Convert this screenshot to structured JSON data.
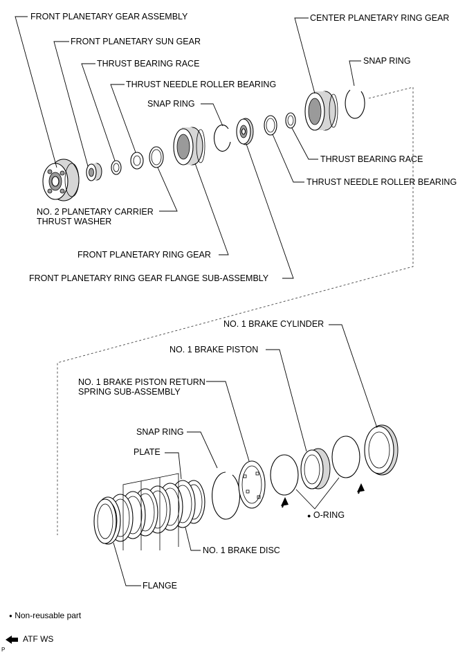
{
  "labels": {
    "front_planetary_gear_assembly": "FRONT PLANETARY GEAR ASSEMBLY",
    "front_planetary_sun_gear": "FRONT PLANETARY SUN GEAR",
    "thrust_bearing_race_1": "THRUST BEARING RACE",
    "thrust_needle_roller_bearing_1": "THRUST NEEDLE ROLLER BEARING",
    "snap_ring_1": "SNAP RING",
    "center_planetary_ring_gear": "CENTER PLANETARY RING GEAR",
    "snap_ring_2": "SNAP RING",
    "thrust_bearing_race_2": "THRUST BEARING RACE",
    "thrust_needle_roller_bearing_2": "THRUST NEEDLE ROLLER BEARING",
    "no2_planetary_carrier_thrust_washer_line1": "NO. 2 PLANETARY CARRIER",
    "no2_planetary_carrier_thrust_washer_line2": "THRUST WASHER",
    "front_planetary_ring_gear": "FRONT PLANETARY RING GEAR",
    "front_planetary_ring_gear_flange": "FRONT PLANETARY RING GEAR FLANGE SUB-ASSEMBLY",
    "no1_brake_cylinder": "NO. 1 BRAKE CYLINDER",
    "no1_brake_piston": "NO. 1 BRAKE PISTON",
    "return_spring_line1": "NO. 1 BRAKE PISTON RETURN",
    "return_spring_line2": "SPRING SUB-ASSEMBLY",
    "snap_ring_3": "SNAP RING",
    "plate": "PLATE",
    "o_ring": "O-RING",
    "no1_brake_disc": "NO. 1 BRAKE DISC",
    "flange": "FLANGE"
  },
  "legend": {
    "non_reusable_symbol": "●",
    "non_reusable_text": "Non-reusable part",
    "atf_text": "ATF WS"
  },
  "figure_code": "P"
}
